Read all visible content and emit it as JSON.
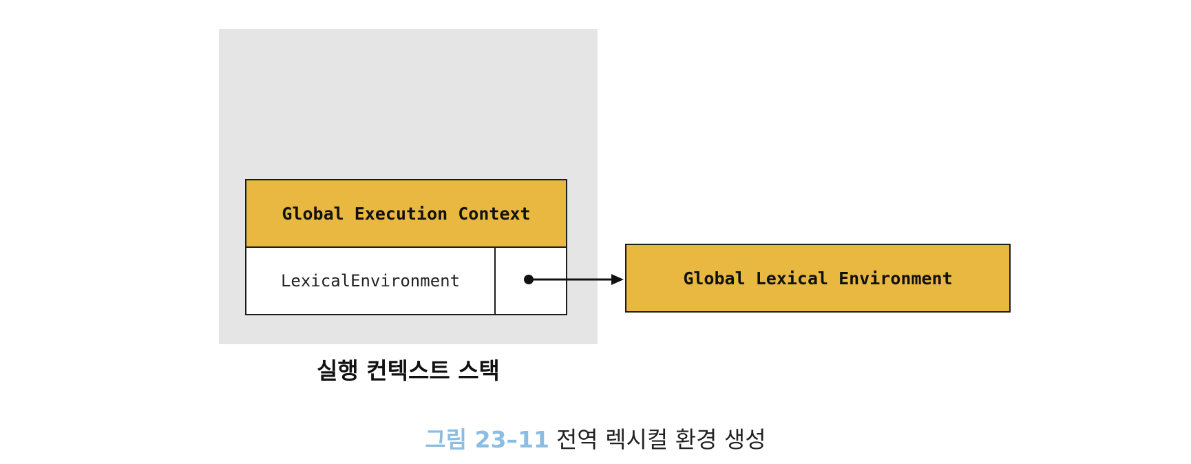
{
  "diagram": {
    "execution_context": {
      "header": "Global Execution Context",
      "field_label": "LexicalEnvironment"
    },
    "environment": {
      "label": "Global Lexical Environment"
    },
    "stack_label": "실행 컨텍스트 스택"
  },
  "caption": {
    "figure_prefix": "그림",
    "figure_number": "23–11",
    "text": "전역 렉시컬 환경 생성"
  },
  "colors": {
    "box_fill": "#e8b840",
    "stack_background": "#e6e5e5",
    "caption_accent": "#8bbde2",
    "stroke": "#1c1c1c"
  }
}
